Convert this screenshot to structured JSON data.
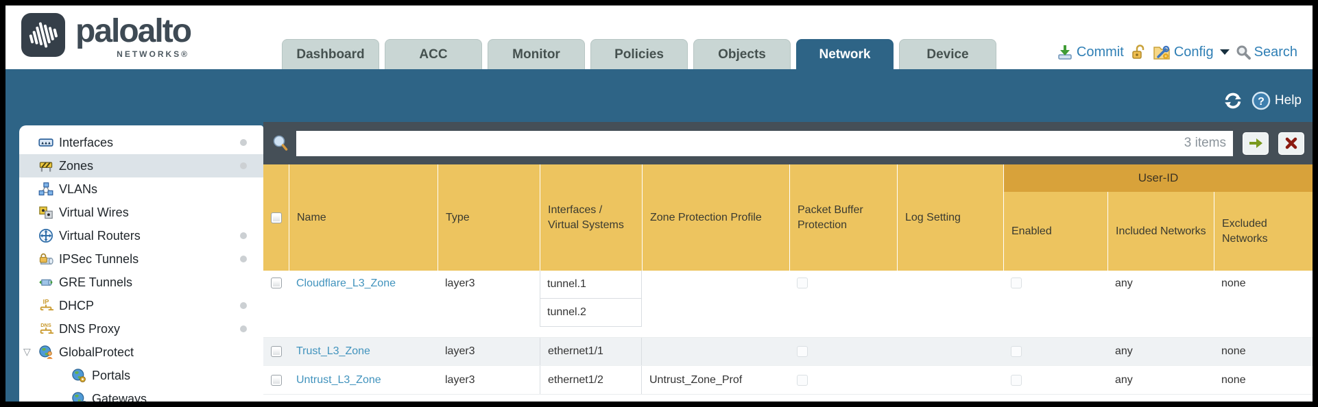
{
  "header": {
    "logo": {
      "brand": "paloalto",
      "sub": "NETWORKS®"
    },
    "tabs": [
      {
        "label": "Dashboard",
        "active": false
      },
      {
        "label": "ACC",
        "active": false
      },
      {
        "label": "Monitor",
        "active": false
      },
      {
        "label": "Policies",
        "active": false
      },
      {
        "label": "Objects",
        "active": false
      },
      {
        "label": "Network",
        "active": true
      },
      {
        "label": "Device",
        "active": false
      }
    ],
    "tools": {
      "commit": "Commit",
      "config": "Config",
      "search": "Search"
    }
  },
  "toolbar": {
    "help_label": "Help"
  },
  "sidebar": {
    "selected": "Zones",
    "items": [
      {
        "label": "Interfaces",
        "icon": "interfaces-icon",
        "dot": true,
        "selected": false
      },
      {
        "label": "Zones",
        "icon": "zones-icon",
        "dot": true,
        "selected": true
      },
      {
        "label": "VLANs",
        "icon": "vlans-icon",
        "dot": false,
        "selected": false
      },
      {
        "label": "Virtual Wires",
        "icon": "virtual-wires-icon",
        "dot": false,
        "selected": false
      },
      {
        "label": "Virtual Routers",
        "icon": "virtual-routers-icon",
        "dot": true,
        "selected": false
      },
      {
        "label": "IPSec Tunnels",
        "icon": "ipsec-tunnels-icon",
        "dot": true,
        "selected": false
      },
      {
        "label": "GRE Tunnels",
        "icon": "gre-tunnels-icon",
        "dot": false,
        "selected": false
      },
      {
        "label": "DHCP",
        "icon": "dhcp-icon",
        "dot": true,
        "selected": false
      },
      {
        "label": "DNS Proxy",
        "icon": "dns-proxy-icon",
        "dot": true,
        "selected": false
      },
      {
        "label": "GlobalProtect",
        "icon": "globalprotect-icon",
        "dot": false,
        "selected": false,
        "expanded": true
      },
      {
        "label": "Portals",
        "icon": "portals-icon",
        "dot": false,
        "selected": false,
        "child": true
      },
      {
        "label": "Gateways",
        "icon": "gateways-icon",
        "dot": false,
        "selected": false,
        "child": true
      }
    ]
  },
  "content": {
    "filter": {
      "value": "",
      "count": "3 items"
    },
    "table": {
      "group_header": "User-ID",
      "columns": {
        "name": "Name",
        "type": "Type",
        "interfaces": "Interfaces / Virtual Systems",
        "zone_protection": "Zone Protection Profile",
        "packet_buffer": "Packet Buffer Protection",
        "log_setting": "Log Setting",
        "enabled": "Enabled",
        "included": "Included Networks",
        "excluded": "Excluded Networks"
      },
      "select_all_checked": false,
      "rows": [
        {
          "checked": false,
          "name": "Cloudflare_L3_Zone",
          "type": "layer3",
          "interfaces": [
            "tunnel.1",
            "tunnel.2"
          ],
          "zone_protection_profile": "",
          "packet_buffer_protection": false,
          "log_setting": "",
          "user_id_enabled": false,
          "included_networks": "any",
          "excluded_networks": "none"
        },
        {
          "checked": false,
          "name": "Trust_L3_Zone",
          "type": "layer3",
          "interfaces": [
            "ethernet1/1"
          ],
          "zone_protection_profile": "",
          "packet_buffer_protection": false,
          "log_setting": "",
          "user_id_enabled": false,
          "included_networks": "any",
          "excluded_networks": "none"
        },
        {
          "checked": false,
          "name": "Untrust_L3_Zone",
          "type": "layer3",
          "interfaces": [
            "ethernet1/2"
          ],
          "zone_protection_profile": "Untrust_Zone_Prof",
          "packet_buffer_protection": false,
          "log_setting": "",
          "user_id_enabled": false,
          "included_networks": "any",
          "excluded_networks": "none"
        }
      ]
    }
  },
  "colors": {
    "teal": "#2e6486",
    "slate": "#454f57",
    "header_yellow": "#edc45f",
    "user_id_band": "#d8a23a",
    "link_blue": "#4193bd",
    "tab_inactive": "#c9d6d4"
  }
}
